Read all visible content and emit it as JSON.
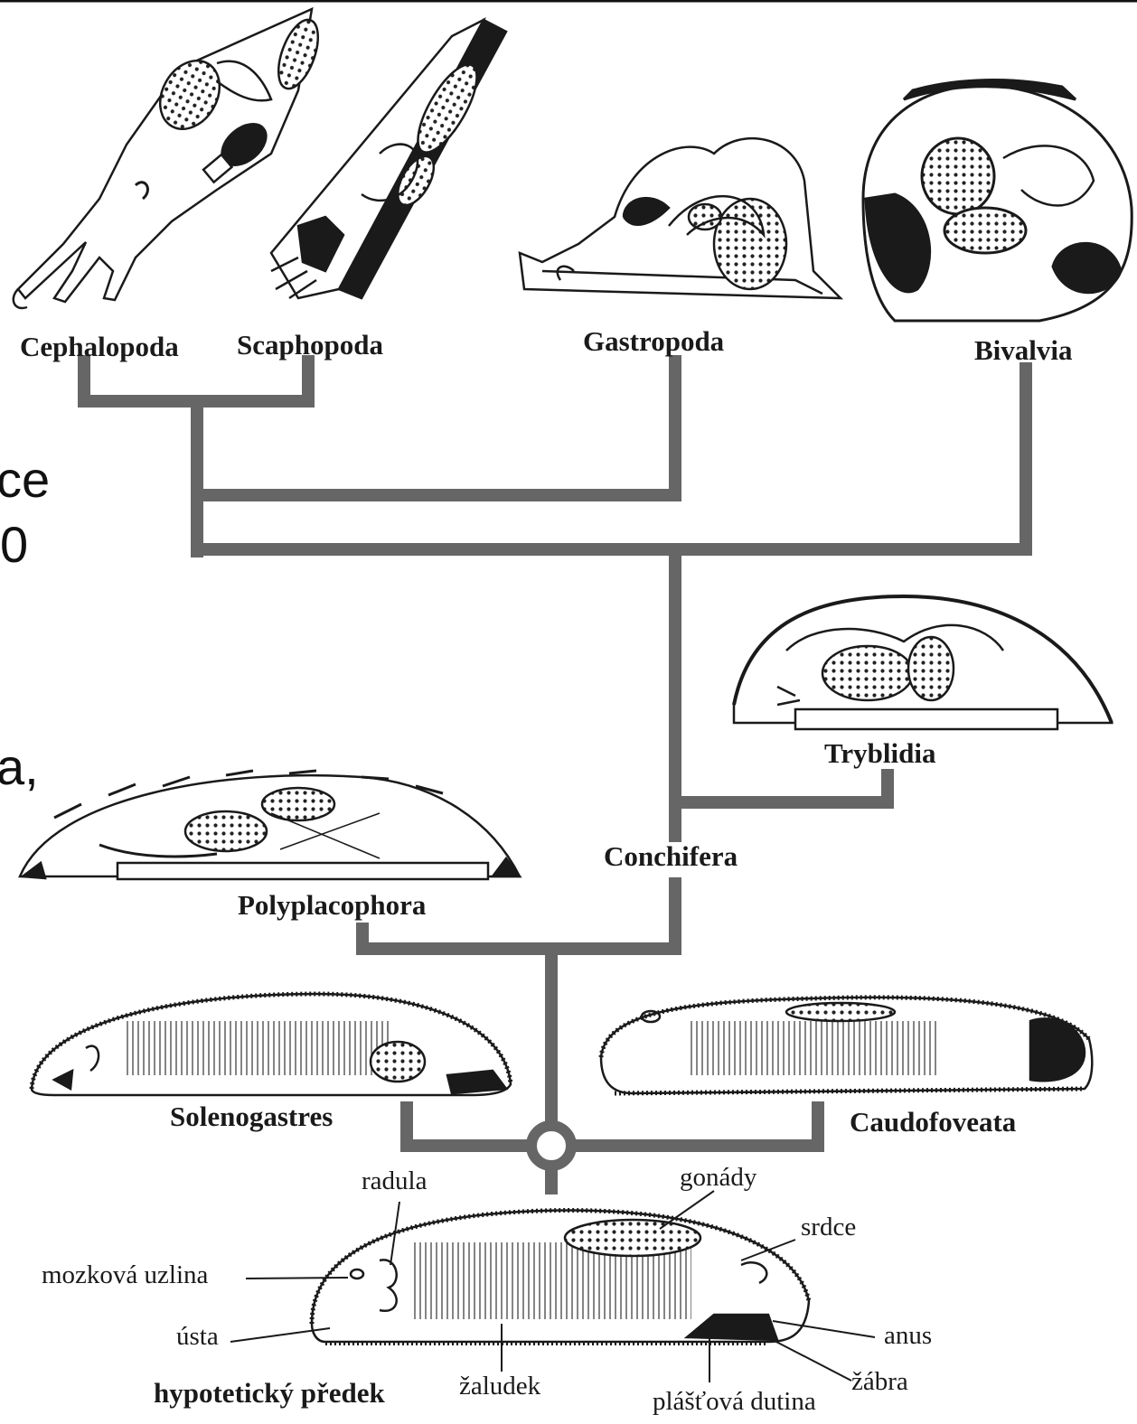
{
  "taxa": {
    "cephalopoda": "Cephalopoda",
    "scaphopoda": "Scaphopoda",
    "gastropoda": "Gastropoda",
    "bivalvia": "Bivalvia",
    "tryblidia": "Tryblidia",
    "conchifera": "Conchifera",
    "polyplacophora": "Polyplacophora",
    "solenogastres": "Solenogastres",
    "caudofoveata": "Caudofoveata"
  },
  "ancestor": {
    "title": "hypotetický předek",
    "labels": {
      "radula": "radula",
      "gonady": "gonády",
      "srdce": "srdce",
      "mozkova_uzlina": "mozková uzlina",
      "usta": "ústa",
      "anus": "anus",
      "zaludek": "žaludek",
      "zabra": "žábra",
      "plastova_dutina": "plášťová dutina"
    }
  },
  "cropped_side_text": [
    "ce",
    "0",
    "a,"
  ],
  "colors": {
    "tree": "#666666",
    "ink": "#1a1a1a",
    "background": "#ffffff"
  }
}
